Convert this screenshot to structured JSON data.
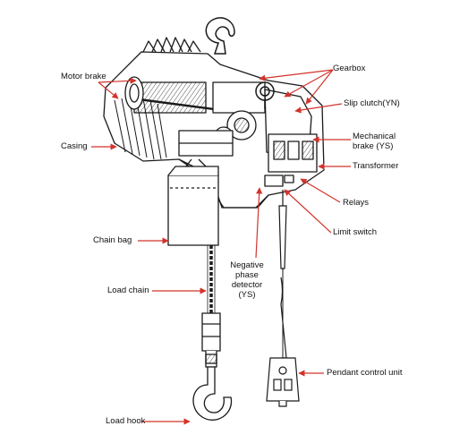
{
  "labels": {
    "motor_brake": "Motor brake",
    "casing": "Casing",
    "chain_bag": "Chain bag",
    "load_chain": "Load chain",
    "load_hook": "Load hook",
    "gearbox": "Gearbox",
    "slip_clutch": "Slip clutch(YN)",
    "mechanical_brake_line1": "Mechanical",
    "mechanical_brake_line2": "brake (YS)",
    "transformer": "Transformer",
    "relays": "Relays",
    "limit_switch": "Limit switch",
    "negative_phase_line1": "Negative",
    "negative_phase_line2": "phase",
    "negative_phase_line3": "detector",
    "negative_phase_line4": "(YS)",
    "pendant_control_unit": "Pendant control unit"
  },
  "colors": {
    "arrow": "#d2332b",
    "line_art": "#1a1a1a",
    "text": "#111111",
    "background": "#ffffff"
  }
}
